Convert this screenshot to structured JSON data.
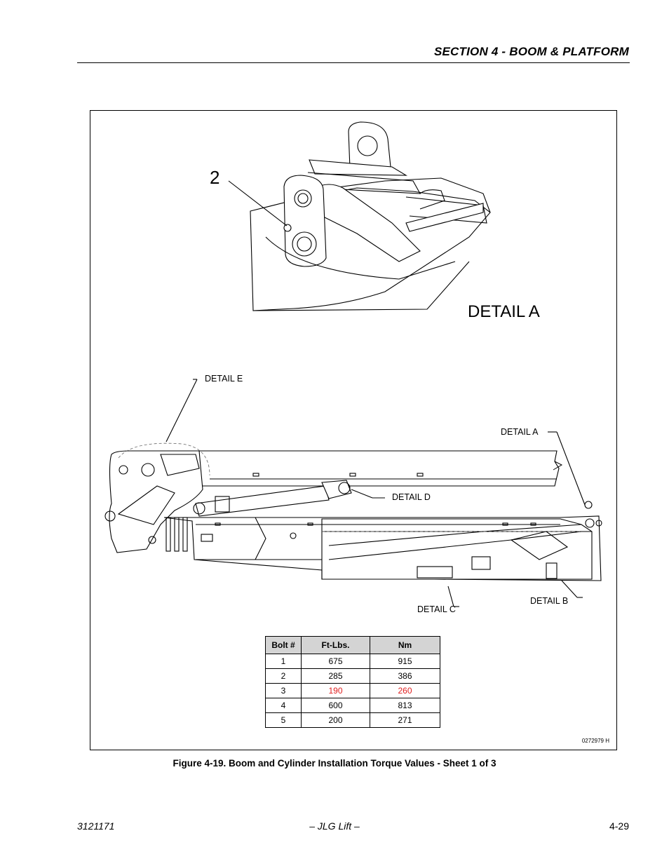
{
  "header": {
    "section_title": "SECTION 4 - BOOM & PLATFORM"
  },
  "figure": {
    "callout_number": "2",
    "detail_a_title": "DETAIL A",
    "labels": {
      "detail_e": "DETAIL E",
      "detail_a": "DETAIL A",
      "detail_d": "DETAIL D",
      "detail_c": "DETAIL C",
      "detail_b": "DETAIL B"
    },
    "figure_id": "0272979 H",
    "caption": "Figure 4-19.  Boom and Cylinder Installation Torque Values - Sheet 1 of 3"
  },
  "torque_table": {
    "headers": [
      "Bolt #",
      "Ft-Lbs.",
      "Nm"
    ],
    "rows": [
      [
        "1",
        "675",
        "915"
      ],
      [
        "2",
        "285",
        "386"
      ],
      [
        "3",
        "190",
        "260"
      ],
      [
        "4",
        "600",
        "813"
      ],
      [
        "5",
        "200",
        "271"
      ]
    ],
    "highlight_color": "#e02020"
  },
  "footer": {
    "doc_number": "3121171",
    "publisher": "– JLG Lift –",
    "page_number": "4-29"
  }
}
